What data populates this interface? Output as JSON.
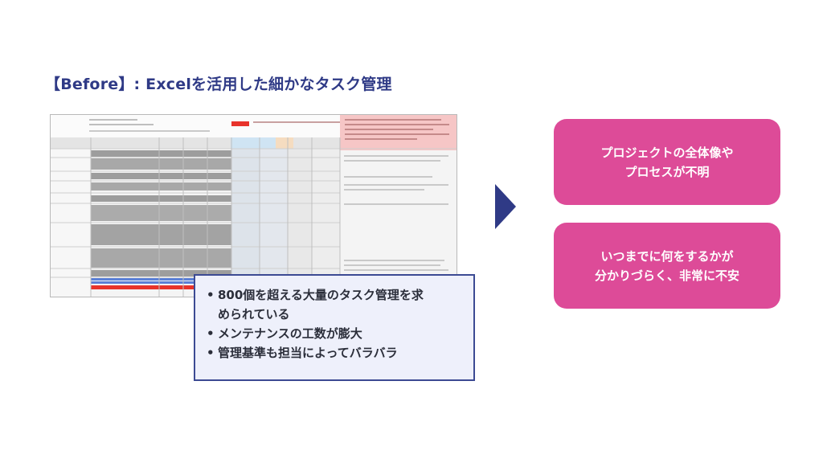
{
  "slide": {
    "title": "【Before】: Excelを活用した細かなタスク管理"
  },
  "callout": {
    "bullets": [
      {
        "marker": "•",
        "line1": "800個を超える大量のタスク管理を求",
        "line2": "められている"
      },
      {
        "marker": "•",
        "line1": "メンテナンスの工数が膨大",
        "line2": ""
      },
      {
        "marker": "•",
        "line1": "管理基準も担当によってバラバラ",
        "line2": ""
      }
    ]
  },
  "issues": {
    "card1": {
      "line1": "プロジェクトの全体像や",
      "line2": "プロセスが不明"
    },
    "card2": {
      "line1": "いつまでに何をするかが",
      "line2": "分かりづらく、非常に不安"
    }
  },
  "colors": {
    "title": "#2f3a86",
    "callout_border": "#3c4a93",
    "callout_bg": "#eef0fb",
    "card_bg": "#dd4b98",
    "arrow": "#2f3a86"
  }
}
